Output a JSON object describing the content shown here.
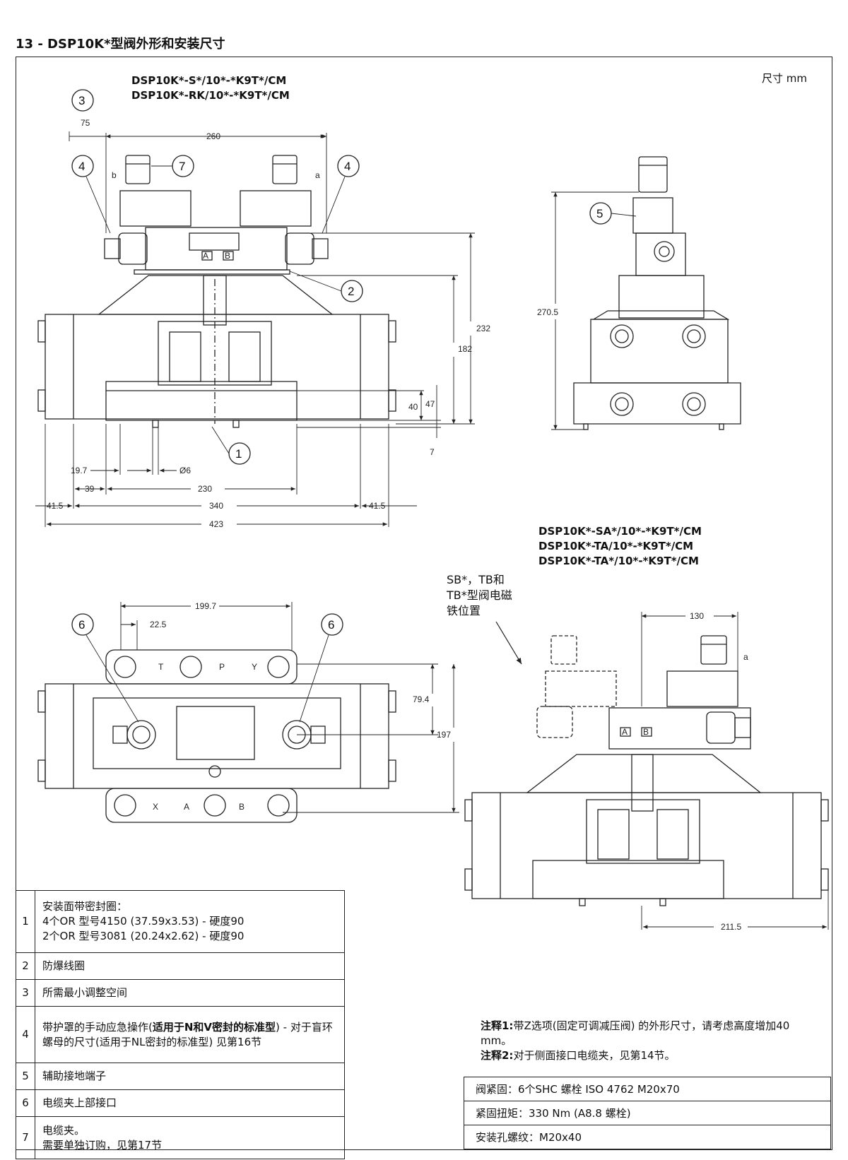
{
  "title": "13 - DSP10K*型阀外形和安装尺寸",
  "unit": "尺寸 mm",
  "models_top": [
    "DSP10K*-S*/10*-*K9T*/CM",
    "DSP10K*-RK/10*-*K9T*/CM"
  ],
  "models_right": [
    "DSP10K*-SA*/10*-*K9T*/CM",
    "DSP10K*-TA/10*-*K9T*/CM",
    "DSP10K*-TA*/10*-*K9T*/CM"
  ],
  "sb_note": [
    "SB*，TB和",
    "TB*型阀电磁",
    "铁位置"
  ],
  "side_labels": {
    "a": "a",
    "b": "b",
    "A": "A",
    "B": "B",
    "X": "X",
    "T": "T",
    "P": "P",
    "Y": "Y"
  },
  "dims": {
    "d75": "75",
    "d260": "260",
    "d232": "232",
    "d182": "182",
    "d40": "40",
    "d47": "47",
    "d7": "7",
    "d19_7": "19.7",
    "d6": "Ø6",
    "d39": "39",
    "d230": "230",
    "d41_5a": "41.5",
    "d340": "340",
    "d41_5b": "41.5",
    "d423": "423",
    "d270_5": "270.5",
    "d199_7": "199.7",
    "d22_5": "22.5",
    "d79_4": "79.4",
    "d197": "197",
    "d130": "130",
    "d211_5": "211.5"
  },
  "callouts": [
    "1",
    "2",
    "3",
    "4",
    "5",
    "6",
    "7"
  ],
  "parts": [
    {
      "num": "1",
      "lines": [
        "安装面带密封圈：",
        "4个OR 型号4150 (37.59x3.53) - 硬度90",
        "2个OR 型号3081 (20.24x2.62) - 硬度90"
      ]
    },
    {
      "num": "2",
      "lines": [
        "防爆线圈"
      ]
    },
    {
      "num": "3",
      "lines": [
        "所需最小调整空间"
      ]
    },
    {
      "num": "4",
      "pre": "带护罩的手动应急操作(",
      "bold": "适用于N和V密封的标准型",
      "post": ") - 对于盲环螺母的尺寸(适用于NL密封的标准型) 见第16节"
    },
    {
      "num": "5",
      "lines": [
        "辅助接地端子"
      ]
    },
    {
      "num": "6",
      "lines": [
        "电缆夹上部接口"
      ]
    },
    {
      "num": "7",
      "lines": [
        "电缆夹。",
        "需要单独订购，见第17节"
      ]
    }
  ],
  "notes": {
    "n1_label": "注释1:",
    "n1_text": "带Z选项(固定可调减压阀) 的外形尺寸，请考虑高度增加40 mm。",
    "n2_label": "注释2:",
    "n2_text": "对于侧面接口电缆夹，见第14节。"
  },
  "spec": [
    "阀紧固：6个SHC 螺栓 ISO 4762 M20x70",
    "紧固扭矩：330 Nm (A8.8 螺栓)",
    "安装孔螺纹：M20x40"
  ]
}
